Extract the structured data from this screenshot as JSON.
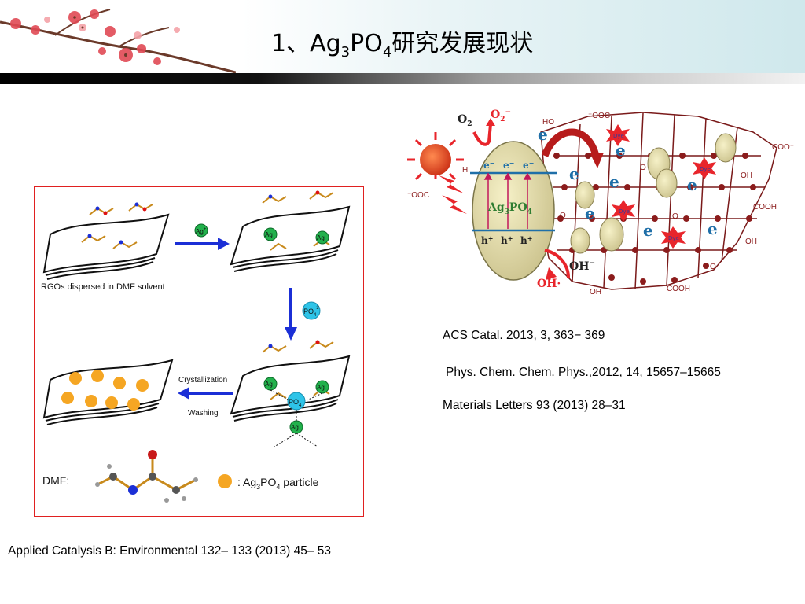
{
  "title": {
    "prefix": "1、Ag",
    "sub1": "3",
    "mid": "PO",
    "sub2": "4",
    "suffix": "研究发展现状"
  },
  "refs": {
    "r1": "ACS Catal. 2013, 3, 363− 369",
    "r2": "Phys. Chem. Chem. Phys.,2012, 14, 15657–15665",
    "r3": "Materials Letters 93 (2013) 28–31",
    "r4": "Applied  Catalysis  B:   Environmental   132–  133 (2013) 45–  53"
  },
  "figure_left": {
    "rgo_label": "RGOs dispersed in DMF solvent",
    "ag": "Ag",
    "plus": "+",
    "po": "PO",
    "po_sub": "4",
    "po_sup": "3-",
    "crystallization": "Crystallization",
    "washing": "Washing",
    "dmf": "DMF:",
    "particle_prefix": ": Ag",
    "particle_sub1": "3",
    "particle_mid": "PO",
    "particle_sub2": "4",
    "particle_suffix": "  particle",
    "colors": {
      "arrow": "#1b2fd6",
      "ag": "#22b14c",
      "po": "#2ec4e8",
      "particle": "#f5a623"
    }
  },
  "figure_right": {
    "o2": "O",
    "o2_sub": "2",
    "o2m": "O",
    "o2m_sub": "2",
    "o2m_sup": "−",
    "e": "e",
    "em": "e",
    "em_sup": "−",
    "h": "h",
    "h_sup": "+",
    "ag_label": "Ag",
    "ag_sub1": "3",
    "ag_po": "PO",
    "ag_sub2": "4",
    "oh_minus": "OH",
    "oh_minus_sup": "−",
    "oh_rad": "OH·",
    "ho": "HO",
    "ooc_top": "⁻OOC",
    "coo_right": "COO⁻",
    "ooc_left": "⁻OOC",
    "oh": "OH",
    "cooh": "COOH",
    "o": "O",
    "h_atom": "H",
    "dye": "Dye"
  }
}
